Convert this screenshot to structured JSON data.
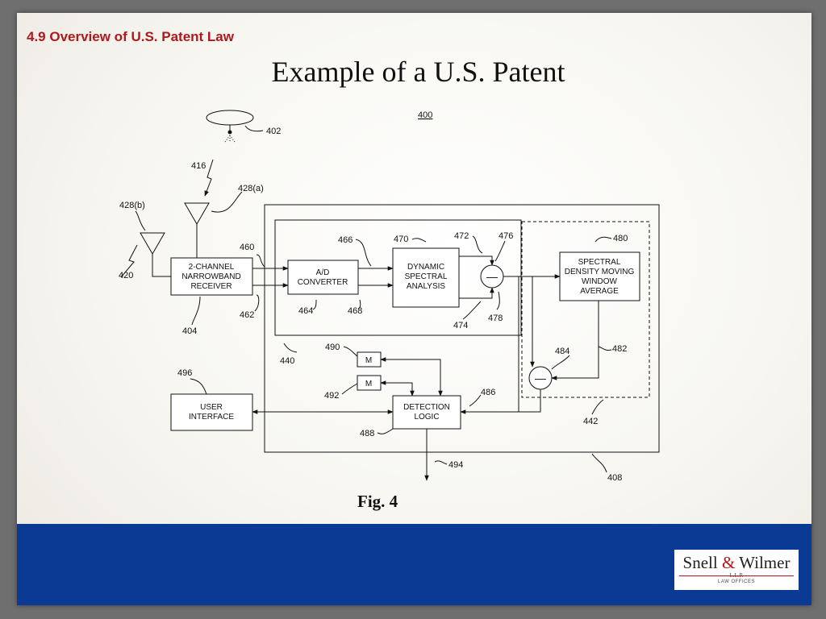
{
  "slide": {
    "section_title": "4.9 Overview of U.S. Patent Law",
    "title": "Example of a U.S. Patent",
    "figure_caption": "Fig. 4"
  },
  "diagram": {
    "ref_main": "400",
    "blocks": {
      "receiver": [
        "2-CHANNEL",
        "NARROWBAND",
        "RECEIVER"
      ],
      "ad_converter": [
        "A/D",
        "CONVERTER"
      ],
      "dsa": [
        "DYNAMIC",
        "SPECTRAL",
        "ANALYSIS"
      ],
      "sdmwa": [
        "SPECTRAL",
        "DENSITY MOVING",
        "WINDOW",
        "AVERAGE"
      ],
      "detection": [
        "DETECTION",
        "LOGIC"
      ],
      "ui": [
        "USER",
        "INTERFACE"
      ],
      "m": "M",
      "minus": "—"
    },
    "labels": {
      "l402": "402",
      "l416": "416",
      "l428a": "428(a)",
      "l428b": "428(b)",
      "l420": "420",
      "l460": "460",
      "l462": "462",
      "l404": "404",
      "l466": "466",
      "l470": "470",
      "l472": "472",
      "l476": "476",
      "l464": "464",
      "l468": "468",
      "l474": "474",
      "l478": "478",
      "l480": "480",
      "l484": "484",
      "l482": "482",
      "l490": "490",
      "l440": "440",
      "l492": "492",
      "l486": "486",
      "l496": "496",
      "l442": "442",
      "l488": "488",
      "l494": "494",
      "l408": "408"
    }
  },
  "logo": {
    "firm_a": "Snell",
    "amp": "&",
    "firm_b": "Wilmer",
    "llp": "L.L.P.",
    "sub": "LAW OFFICES"
  }
}
